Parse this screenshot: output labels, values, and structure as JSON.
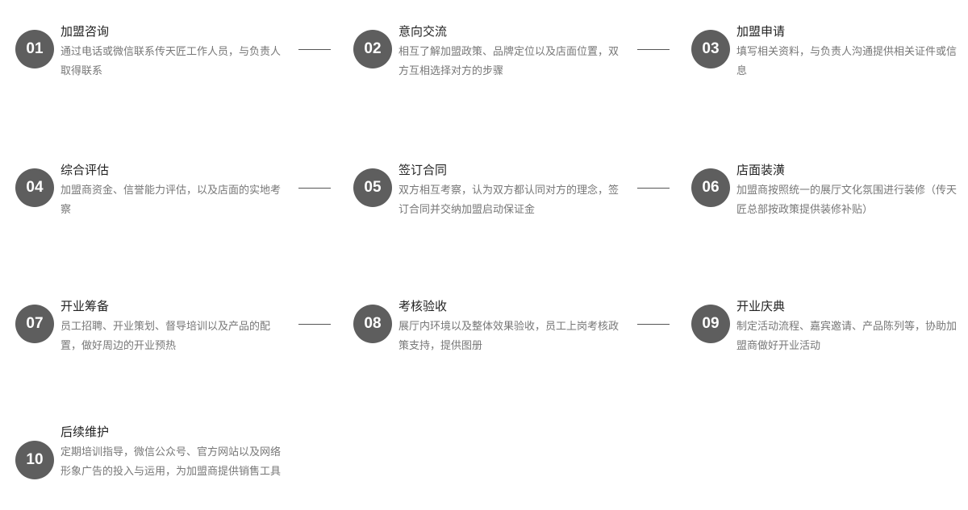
{
  "steps": [
    {
      "num": "01",
      "title": "加盟咨询",
      "desc": "通过电话或微信联系传天匠工作人员，与负责人取得联系"
    },
    {
      "num": "02",
      "title": "意向交流",
      "desc": "相互了解加盟政策、品牌定位以及店面位置，双方互相选择对方的步骤"
    },
    {
      "num": "03",
      "title": "加盟申请",
      "desc": "填写相关资料，与负责人沟通提供相关证件或信息"
    },
    {
      "num": "04",
      "title": "综合评估",
      "desc": "加盟商资金、信誉能力评估，以及店面的实地考察"
    },
    {
      "num": "05",
      "title": "签订合同",
      "desc": "双方相互考察，认为双方都认同对方的理念，签订合同并交纳加盟启动保证金"
    },
    {
      "num": "06",
      "title": "店面装潢",
      "desc": "加盟商按照统一的展厅文化氛围进行装修（传天匠总部按政策提供装修补贴）"
    },
    {
      "num": "07",
      "title": "开业筹备",
      "desc": "员工招聘、开业策划、督导培训以及产品的配置，做好周边的开业预热"
    },
    {
      "num": "08",
      "title": "考核验收",
      "desc": "展厅内环境以及整体效果验收，员工上岗考核政策支持，提供图册"
    },
    {
      "num": "09",
      "title": "开业庆典",
      "desc": "制定活动流程、嘉宾邀请、产品陈列等，协助加盟商做好开业活动"
    },
    {
      "num": "10",
      "title": "后续维护",
      "desc": "定期培训指导，微信公众号、官方网站以及网络形象广告的投入与运用，为加盟商提供销售工具"
    }
  ]
}
